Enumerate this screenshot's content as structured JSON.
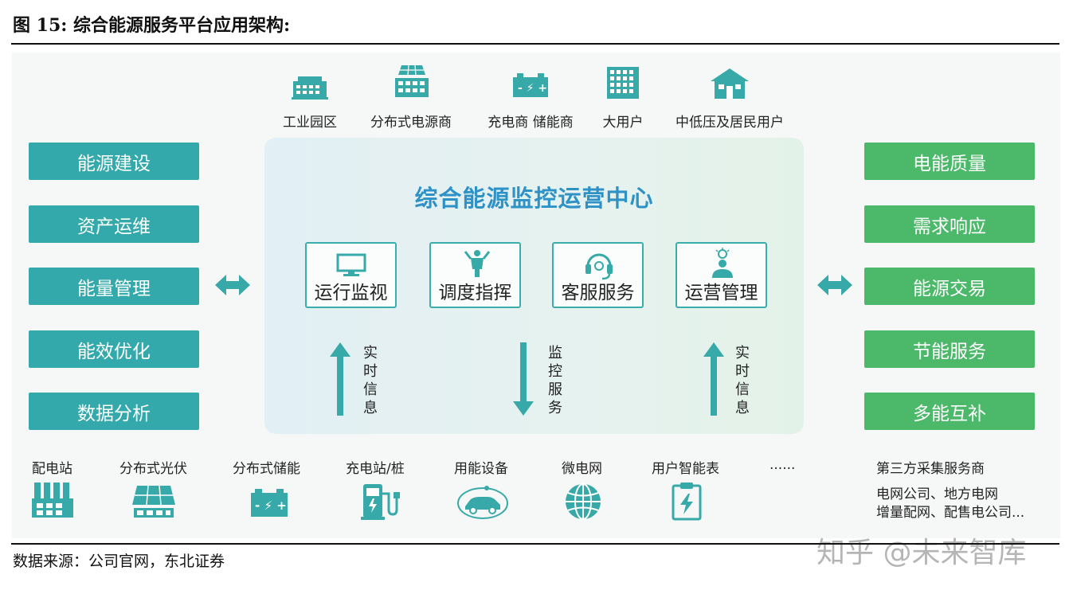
{
  "figure_title": "图 15:  综合能源服务平台应用架构:",
  "top_users": [
    {
      "label": "工业园区",
      "icon": "factory-building-icon"
    },
    {
      "label": "分布式电源商",
      "icon": "solar-panel-building-icon"
    },
    {
      "label": "充电商 储能商",
      "icon": "battery-icon"
    },
    {
      "label": "大用户",
      "icon": "office-building-icon"
    },
    {
      "label": "中低压及居民用户",
      "icon": "house-icon"
    }
  ],
  "left_functions": [
    "能源建设",
    "资产运维",
    "能量管理",
    "能效优化",
    "数据分析"
  ],
  "right_functions": [
    "电能质量",
    "需求响应",
    "能源交易",
    "节能服务",
    "多能互补"
  ],
  "center": {
    "title": "综合能源监控运营中心",
    "modules": [
      {
        "label": "运行监视",
        "icon": "monitor-icon"
      },
      {
        "label": "调度指挥",
        "icon": "commander-icon"
      },
      {
        "label": "客服服务",
        "icon": "headset-icon"
      },
      {
        "label": "运营管理",
        "icon": "manager-idea-icon"
      }
    ],
    "flows": [
      {
        "direction": "up",
        "label": "实时信息"
      },
      {
        "direction": "down",
        "label": "监控服务"
      },
      {
        "direction": "up",
        "label": "实时信息"
      }
    ]
  },
  "bottom_assets": [
    {
      "label": "配电站",
      "icon": "substation-icon"
    },
    {
      "label": "分布式光伏",
      "icon": "solar-panel-icon"
    },
    {
      "label": "分布式储能",
      "icon": "battery-icon"
    },
    {
      "label": "充电站/桩",
      "icon": "charging-pile-icon"
    },
    {
      "label": "用能设备",
      "icon": "electric-car-icon"
    },
    {
      "label": "微电网",
      "icon": "globe-grid-icon"
    },
    {
      "label": "用户智能表",
      "icon": "smart-meter-icon"
    },
    {
      "label": "......",
      "icon": ""
    }
  ],
  "third_party": {
    "title": "第三方采集服务商",
    "line1": "电网公司、地方电网",
    "line2": "增量配网、配售电公司..."
  },
  "source": "数据来源：公司官网，东北证券",
  "watermark": "知乎 @未来智库",
  "colors": {
    "teal": "#33a9ab",
    "green": "#4cb86a",
    "title_blue": "#2f92c7",
    "arrow": "#37a9a8"
  }
}
